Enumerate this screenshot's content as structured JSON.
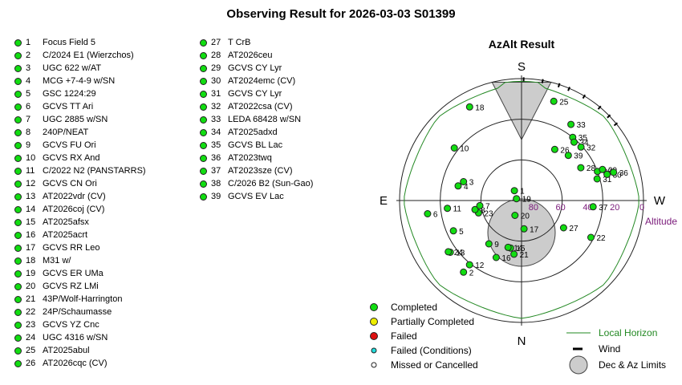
{
  "title": "Observing Result for 2026-03-03 S01399",
  "chart_data": {
    "type": "scatter",
    "title": "AzAlt Result",
    "directions": {
      "top": "S",
      "bottom": "N",
      "left": "E",
      "right": "W"
    },
    "altitude_axis_label": "Altitude",
    "altitude_ticks": [
      80,
      60,
      40,
      20,
      0
    ],
    "targets": [
      {
        "n": 1,
        "name": "Focus Field 5",
        "status": "completed"
      },
      {
        "n": 2,
        "name": "C/2024 E1 (Wierzchos)",
        "status": "completed"
      },
      {
        "n": 3,
        "name": "UGC 622 w/AT",
        "status": "completed"
      },
      {
        "n": 4,
        "name": "MCG +7-4-9 w/SN",
        "status": "completed"
      },
      {
        "n": 5,
        "name": "GSC 1224:29",
        "status": "completed"
      },
      {
        "n": 6,
        "name": "GCVS TT Ari",
        "status": "completed"
      },
      {
        "n": 7,
        "name": "UGC 2885 w/SN",
        "status": "completed"
      },
      {
        "n": 8,
        "name": "240P/NEAT",
        "status": "completed"
      },
      {
        "n": 9,
        "name": "GCVS FU Ori",
        "status": "completed"
      },
      {
        "n": 10,
        "name": "GCVS RX And",
        "status": "completed"
      },
      {
        "n": 11,
        "name": "C/2022 N2 (PANSTARRS)",
        "status": "completed"
      },
      {
        "n": 12,
        "name": "GCVS CN Ori",
        "status": "completed"
      },
      {
        "n": 13,
        "name": "AT2022vdr (CV)",
        "status": "completed"
      },
      {
        "n": 14,
        "name": "AT2026coj (CV)",
        "status": "completed"
      },
      {
        "n": 15,
        "name": "AT2025afsx",
        "status": "completed"
      },
      {
        "n": 16,
        "name": "AT2025acrt",
        "status": "completed"
      },
      {
        "n": 17,
        "name": "GCVS RR Leo",
        "status": "completed"
      },
      {
        "n": 18,
        "name": "M31 w/",
        "status": "completed"
      },
      {
        "n": 19,
        "name": "GCVS ER UMa",
        "status": "completed"
      },
      {
        "n": 20,
        "name": "GCVS RZ LMi",
        "status": "completed"
      },
      {
        "n": 21,
        "name": "43P/Wolf-Harrington",
        "status": "completed"
      },
      {
        "n": 22,
        "name": "24P/Schaumasse",
        "status": "completed"
      },
      {
        "n": 23,
        "name": "GCVS YZ Cnc",
        "status": "completed"
      },
      {
        "n": 24,
        "name": "UGC 4316 w/SN",
        "status": "completed"
      },
      {
        "n": 25,
        "name": "AT2025abul",
        "status": "completed"
      },
      {
        "n": 26,
        "name": "AT2026cqc (CV)",
        "status": "completed"
      },
      {
        "n": 27,
        "name": "T CrB",
        "status": "completed"
      },
      {
        "n": 28,
        "name": "AT2026ceu",
        "status": "completed"
      },
      {
        "n": 29,
        "name": "GCVS CY Lyr",
        "status": "completed"
      },
      {
        "n": 30,
        "name": "AT2024emc (CV)",
        "status": "completed"
      },
      {
        "n": 31,
        "name": "GCVS CY Lyr",
        "status": "completed"
      },
      {
        "n": 32,
        "name": "AT2022csa (CV)",
        "status": "completed"
      },
      {
        "n": 33,
        "name": "LEDA 68428 w/SN",
        "status": "completed"
      },
      {
        "n": 34,
        "name": "AT2025adxd",
        "status": "completed"
      },
      {
        "n": 35,
        "name": "GCVS BL Lac",
        "status": "completed"
      },
      {
        "n": 36,
        "name": "AT2023twq",
        "status": "completed"
      },
      {
        "n": 37,
        "name": "AT2023sze (CV)",
        "status": "completed"
      },
      {
        "n": 38,
        "name": "C/2026 B2 (Sun-Gao)",
        "status": "completed"
      },
      {
        "n": 39,
        "name": "GCVS EV Lac",
        "status": "completed"
      }
    ],
    "points": [
      {
        "label": "21",
        "az": 8,
        "alt": 50
      },
      {
        "label": "15",
        "az": 13,
        "alt": 54
      },
      {
        "label": "14",
        "az": 16,
        "alt": 54
      },
      {
        "label": "16",
        "az": 24,
        "alt": 44
      },
      {
        "label": "2",
        "az": 39,
        "alt": 22
      },
      {
        "label": "12",
        "az": 39,
        "alt": 29
      },
      {
        "label": "9",
        "az": 37,
        "alt": 50
      },
      {
        "label": "13",
        "az": 54,
        "alt": 25
      },
      {
        "label": "24",
        "az": 55,
        "alt": 24
      },
      {
        "label": "5",
        "az": 66,
        "alt": 35
      },
      {
        "label": "6",
        "az": 82,
        "alt": 20
      },
      {
        "label": "11",
        "az": 84,
        "alt": 35
      },
      {
        "label": "23",
        "az": 74,
        "alt": 57
      },
      {
        "label": "8",
        "az": 79,
        "alt": 55
      },
      {
        "label": "7",
        "az": 83,
        "alt": 59
      },
      {
        "label": "4",
        "az": 103,
        "alt": 42
      },
      {
        "label": "3",
        "az": 108,
        "alt": 45
      },
      {
        "label": "10",
        "az": 128,
        "alt": 27
      },
      {
        "label": "18",
        "az": 151,
        "alt": 11
      },
      {
        "label": "25",
        "az": 198,
        "alt": 13
      },
      {
        "label": "33",
        "az": 213,
        "alt": 23
      },
      {
        "label": "35",
        "az": 219,
        "alt": 30
      },
      {
        "label": "34",
        "az": 222,
        "alt": 32
      },
      {
        "label": "32",
        "az": 228,
        "alt": 31
      },
      {
        "label": "26",
        "az": 213,
        "alt": 45
      },
      {
        "label": "39",
        "az": 226,
        "alt": 42
      },
      {
        "label": "28",
        "az": 241,
        "alt": 40
      },
      {
        "label": "38",
        "az": 249,
        "alt": 30
      },
      {
        "label": "29",
        "az": 249,
        "alt": 26
      },
      {
        "label": "31",
        "az": 254,
        "alt": 32
      },
      {
        "label": "30",
        "az": 253,
        "alt": 24
      },
      {
        "label": "36",
        "az": 253,
        "alt": 19
      },
      {
        "label": "37",
        "az": 275,
        "alt": 37
      },
      {
        "label": "22",
        "az": 298,
        "alt": 32
      },
      {
        "label": "27",
        "az": 303,
        "alt": 53
      },
      {
        "label": "17",
        "az": 355,
        "alt": 69
      },
      {
        "label": "20",
        "az": 24,
        "alt": 78
      },
      {
        "label": "19",
        "az": 110,
        "alt": 86
      },
      {
        "label": "1",
        "az": 144,
        "alt": 81
      }
    ],
    "wind_azimuths": [
      181,
      190,
      198,
      203,
      211,
      220,
      226,
      231
    ],
    "legend": [
      {
        "label": "Completed",
        "color": "#11dd11"
      },
      {
        "label": "Partially Completed",
        "color": "#eeee00"
      },
      {
        "label": "Failed",
        "color": "#dd1111"
      },
      {
        "label": "Failed (Conditions)",
        "color": "#22dddd"
      },
      {
        "label": "Missed or Cancelled",
        "color": "#ffffff"
      },
      {
        "label": "Local Horizon",
        "color": "#228822"
      },
      {
        "label": "Wind",
        "color": "#000000"
      },
      {
        "label": "Dec & Az Limits",
        "color": "#cccccc"
      }
    ]
  }
}
